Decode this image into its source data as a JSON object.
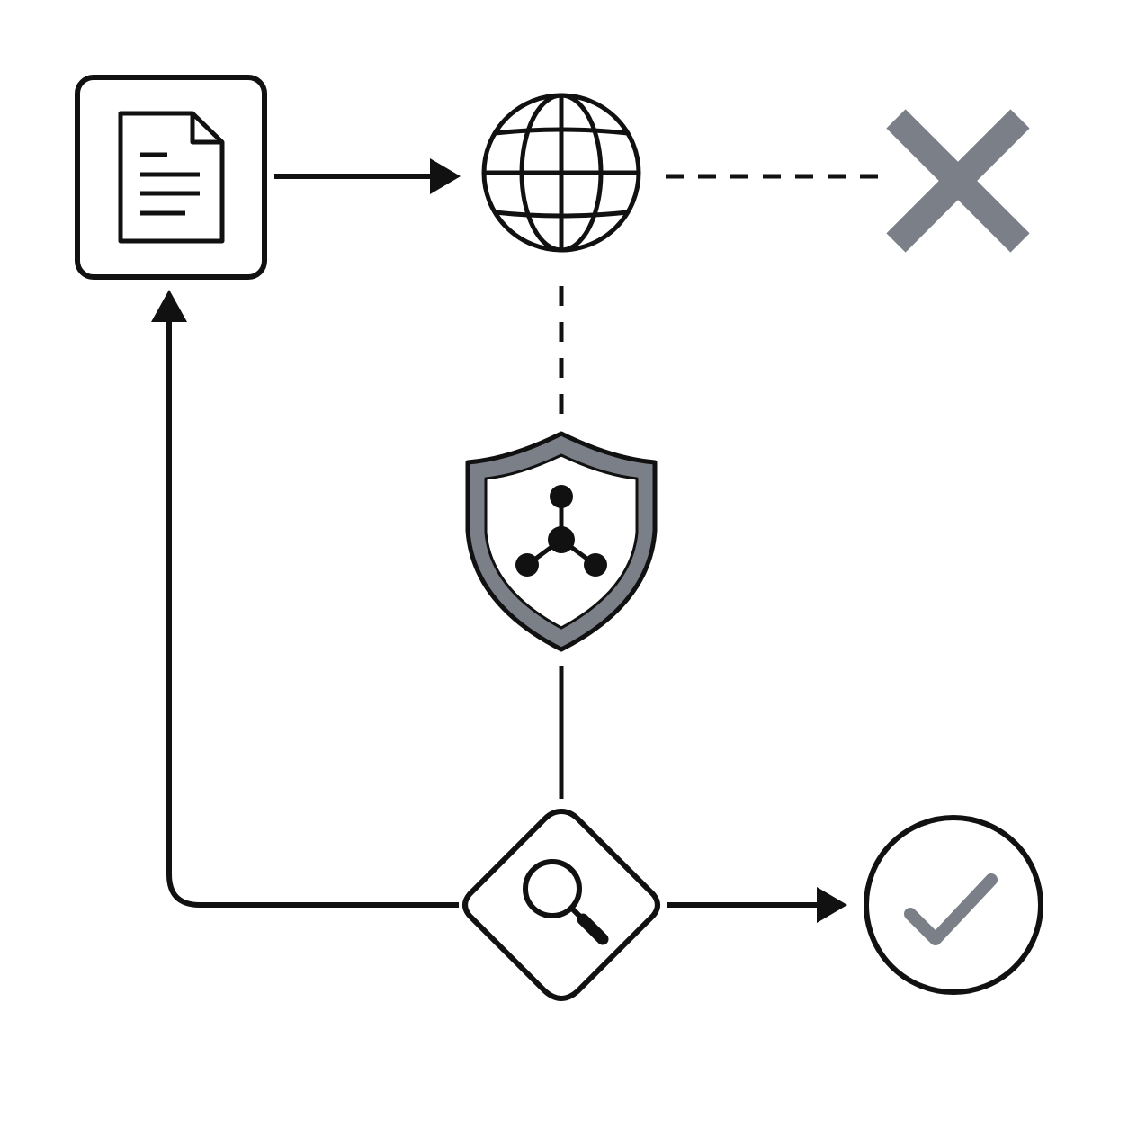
{
  "colors": {
    "background": "#ffffff",
    "stroke": "#111111",
    "muted": "#7a7f88"
  },
  "nodes": [
    {
      "id": "document",
      "icon": "document-icon",
      "shape": "rounded-square"
    },
    {
      "id": "internet",
      "icon": "globe-icon",
      "shape": "none"
    },
    {
      "id": "rejected",
      "icon": "x-mark-icon",
      "shape": "none"
    },
    {
      "id": "protection",
      "icon": "shield-network-icon",
      "shape": "shield"
    },
    {
      "id": "inspection",
      "icon": "magnifier-icon",
      "shape": "diamond"
    },
    {
      "id": "approved",
      "icon": "checkmark-icon",
      "shape": "circle"
    }
  ],
  "edges": [
    {
      "from": "document",
      "to": "internet",
      "style": "solid",
      "arrow": true
    },
    {
      "from": "internet",
      "to": "rejected",
      "style": "dashed",
      "arrow": false
    },
    {
      "from": "internet",
      "to": "protection",
      "style": "dashed",
      "arrow": false
    },
    {
      "from": "protection",
      "to": "inspection",
      "style": "solid",
      "arrow": false
    },
    {
      "from": "inspection",
      "to": "approved",
      "style": "solid",
      "arrow": true
    },
    {
      "from": "inspection",
      "to": "document",
      "style": "solid",
      "arrow": true
    }
  ]
}
